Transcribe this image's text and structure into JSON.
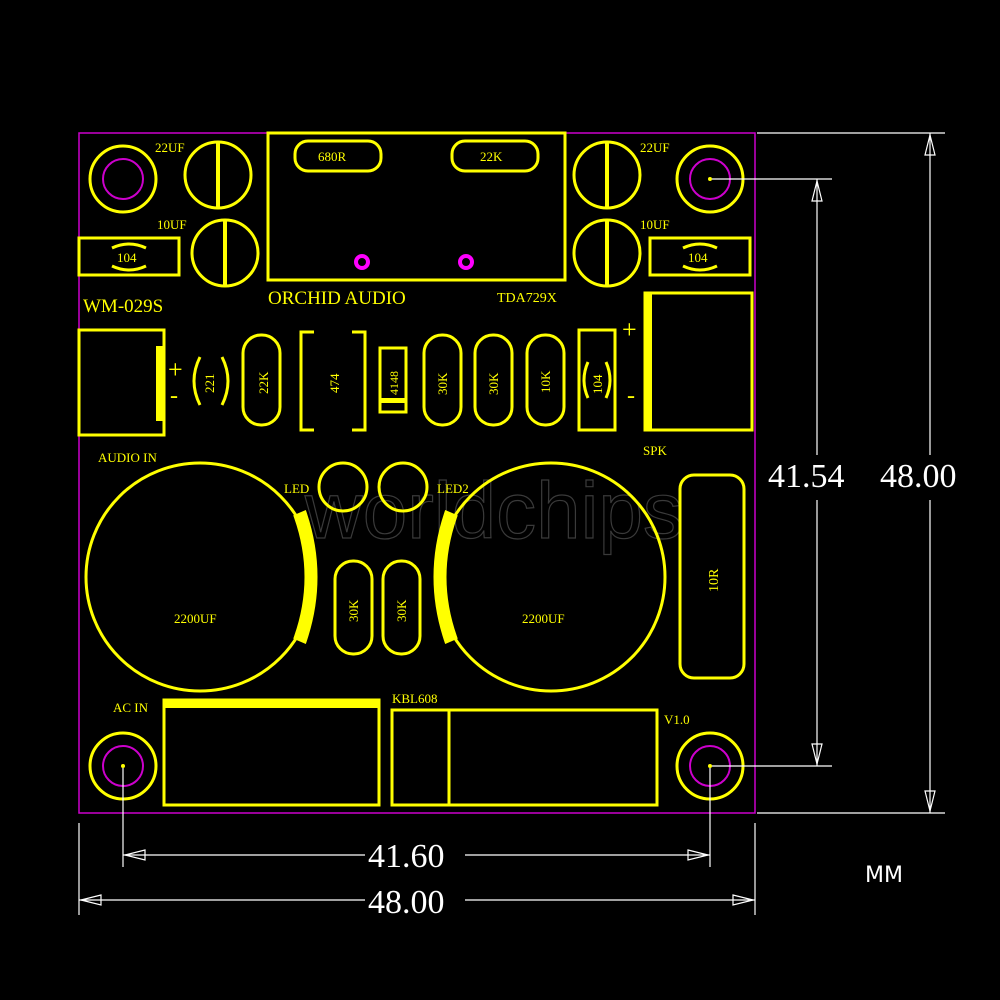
{
  "board": {
    "name": "WM-029S",
    "brand": "ORCHID AUDIO",
    "ic": "TDA729X",
    "version": "V1.0",
    "watermark": "worldchips"
  },
  "labels": {
    "audio_in": "AUDIO IN",
    "spk": "SPK",
    "ac_in": "AC IN",
    "kbl": "KBL608",
    "led1": "LED",
    "led2": "LED2",
    "plus": "+",
    "minus": "-"
  },
  "components": {
    "cap_tl_top": "22UF",
    "cap_tl_bottom": "10UF",
    "cap_tr_top": "22UF",
    "cap_tr_bottom": "10UF",
    "c104_left": "104",
    "c104_right": "104",
    "c104_mid": "104",
    "r680": "680R",
    "r22k_top": "22K",
    "c221": "221",
    "r22k_mid": "22K",
    "c474": "474",
    "d4148": "4148",
    "r30k_a": "30K",
    "r30k_b": "30K",
    "r10k": "10K",
    "big_cap_left": "2200UF",
    "big_cap_right": "2200UF",
    "r30k_c": "30K",
    "r30k_d": "30K",
    "r10r": "10R"
  },
  "dimensions": {
    "height_inner": "41.54",
    "height_outer": "48.00",
    "width_inner": "41.60",
    "width_outer": "48.00",
    "unit": "MM"
  },
  "colors": {
    "silkscreen": "#ffff00",
    "board_edge": "#cc00cc",
    "background": "#000000",
    "dimension": "#ffffff"
  }
}
